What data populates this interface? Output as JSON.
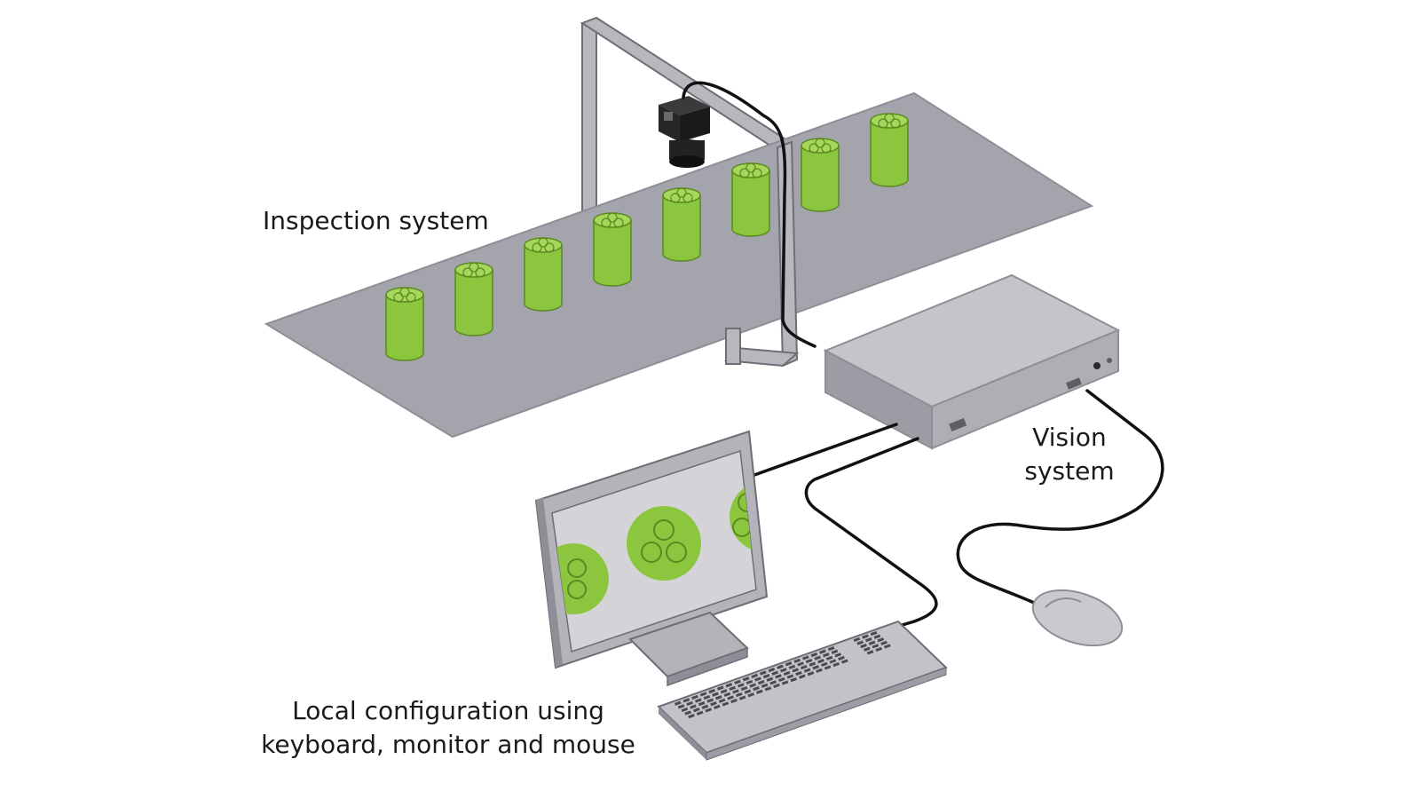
{
  "labels": {
    "inspection": "Inspection system",
    "vision_line1": "Vision",
    "vision_line2": "system",
    "local_line1": "Local configuration using",
    "local_line2": "keyboard, monitor and mouse"
  },
  "components": {
    "conveyor": "conveyor-belt",
    "camera": "camera",
    "vision_box": "vision-system-box",
    "monitor": "monitor",
    "keyboard": "keyboard",
    "mouse": "mouse"
  },
  "colors": {
    "gray": "#a4a4ac",
    "gray_dark": "#8e8e96",
    "gray_light": "#c9c9cf",
    "green": "#8cc63f",
    "cable": "#111111",
    "outline": "#6e6e76"
  }
}
